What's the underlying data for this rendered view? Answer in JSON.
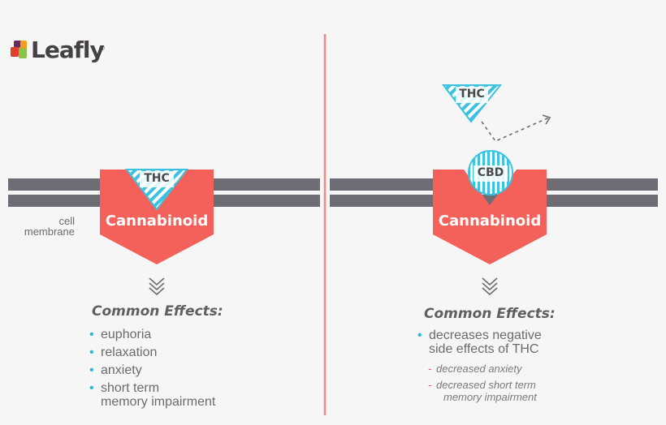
{
  "brand": {
    "name": "Leafly",
    "registered": "®",
    "logo_colors": [
      "#6b2a5e",
      "#e0402b",
      "#8bc34a",
      "#f59b1d"
    ]
  },
  "colors": {
    "membrane": "#6e6c74",
    "receptor": "#f4605a",
    "divider": "#f08a86",
    "molecule_stripe": "#3bc2e0",
    "bullet": "#2bb8d8",
    "dash": "#e8505a",
    "chevron": "#6e6c74"
  },
  "labels": {
    "cell_membrane_line1": "cell",
    "cell_membrane_line2": "membrane"
  },
  "left_panel": {
    "receptor": "Cannabinoid",
    "molecule": "THC",
    "heading": "Common Effects:",
    "effects": [
      {
        "line1": "euphoria"
      },
      {
        "line1": "relaxation"
      },
      {
        "line1": "anxiety"
      },
      {
        "line1": "short term",
        "line2": "memory impairment"
      }
    ]
  },
  "right_panel": {
    "receptor": "Cannabinoid",
    "bound_molecule": "CBD",
    "displaced_molecule": "THC",
    "heading": "Common Effects:",
    "effects": [
      {
        "line1": "decreases negative",
        "line2": "side effects of THC"
      }
    ],
    "sub_effects": [
      {
        "line1": "decreased anxiety"
      },
      {
        "line1": "decreased short term",
        "line2": "memory impairment"
      }
    ]
  }
}
